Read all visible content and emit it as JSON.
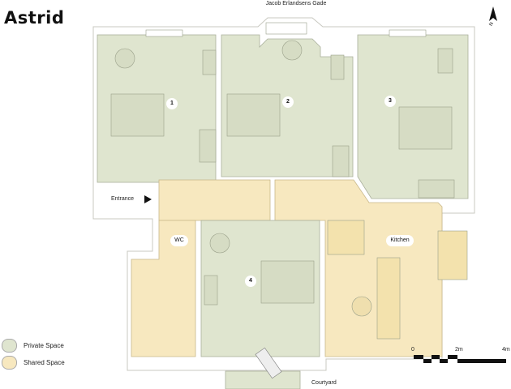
{
  "title": "Astrid",
  "street": "Jacob Erlandsens Gade",
  "entrance_label": "Entrance",
  "courtyard_label": "Courtyard",
  "rooms": [
    {
      "label": "1",
      "type": "private"
    },
    {
      "label": "2",
      "type": "private"
    },
    {
      "label": "3",
      "type": "private"
    },
    {
      "label": "4",
      "type": "private"
    },
    {
      "label": "WC",
      "type": "shared"
    },
    {
      "label": "Kitchen",
      "type": "shared"
    }
  ],
  "legend": [
    {
      "label": "Private Space",
      "color": "#dfe5cf"
    },
    {
      "label": "Shared Space",
      "color": "#f7e8bf"
    }
  ],
  "scale": {
    "ticks": [
      "0",
      "2m",
      "4m"
    ]
  },
  "north_label": "N",
  "colors": {
    "private": "#dfe5cf",
    "shared": "#f7e8bf",
    "wall": "#ffffff",
    "outline": "#b8b8b0"
  }
}
